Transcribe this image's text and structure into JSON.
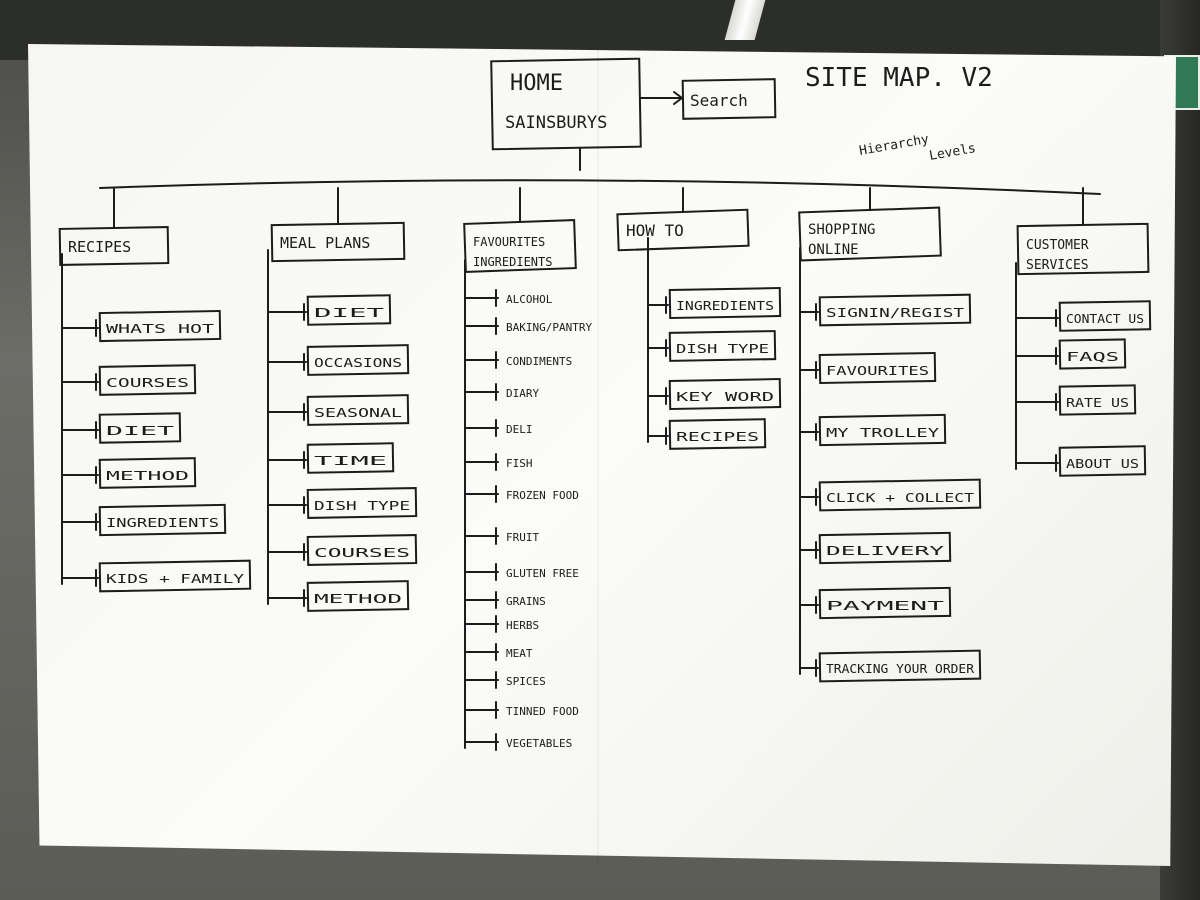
{
  "header": {
    "home_line1": "HOME",
    "home_line2": "SAINSBURYS",
    "search": "Search",
    "title": "SITE MAP. V2",
    "note_line1": "Hierarchy",
    "note_line2": "Levels"
  },
  "columns": [
    {
      "title": [
        "RECIPES"
      ],
      "items": [
        "WHATS HOT",
        "COURSES",
        "DIET",
        "METHOD",
        "INGREDIENTS",
        "KIDS + FAMILY"
      ]
    },
    {
      "title": [
        "MEAL PLANS"
      ],
      "items": [
        "DIET",
        "OCCASIONS",
        "SEASONAL",
        "TIME",
        "DISH TYPE",
        "COURSES",
        "METHOD"
      ]
    },
    {
      "title": [
        "FAVOURITES",
        "INGREDIENTS"
      ],
      "items": [
        "ALCOHOL",
        "BAKING/PANTRY",
        "CONDIMENTS",
        "DIARY",
        "DELI",
        "FISH",
        "FROZEN FOOD",
        "FRUIT",
        "GLUTEN FREE",
        "GRAINS",
        "HERBS",
        "MEAT",
        "SPICES",
        "TINNED FOOD",
        "VEGETABLES"
      ]
    },
    {
      "title": [
        "HOW TO"
      ],
      "items": [
        "INGREDIENTS",
        "DISH TYPE",
        "KEY WORD",
        "RECIPES"
      ]
    },
    {
      "title": [
        "SHOPPING",
        "ONLINE"
      ],
      "items": [
        "SIGNIN/REGIST",
        "FAVOURITES",
        "MY TROLLEY",
        "CLICK + COLLECT",
        "DELIVERY",
        "PAYMENT",
        "TRACKING YOUR ORDER"
      ]
    },
    {
      "title": [
        "CUSTOMER",
        "SERVICES"
      ],
      "items": [
        "CONTACT US",
        "FAQS",
        "RATE US",
        "ABOUT US"
      ]
    }
  ]
}
